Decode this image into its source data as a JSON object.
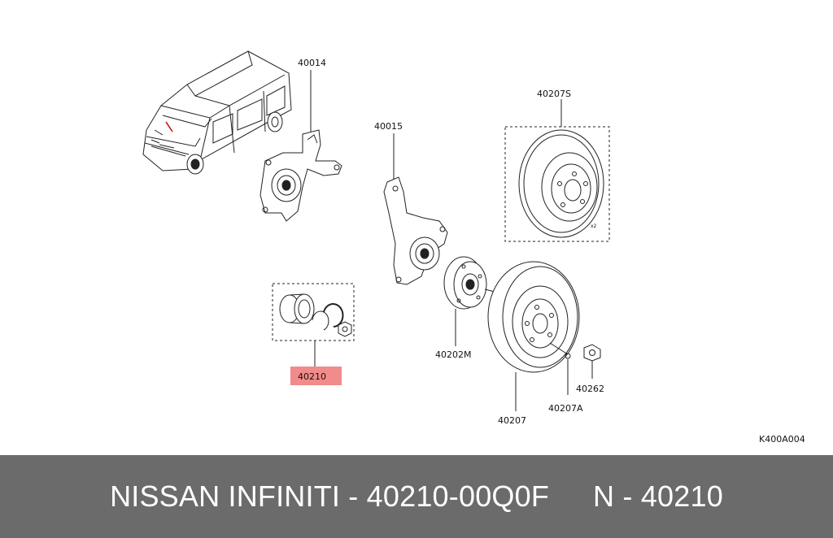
{
  "diagram": {
    "parts": {
      "knuckle_left": "40014",
      "knuckle_right": "40015",
      "rotor_kit": "40207S",
      "rotor_kit_mark": "x2",
      "hub": "40202M",
      "rotor": "40207",
      "screw": "40207A",
      "hub_nut": "40262",
      "bearing_kit": "40210"
    },
    "diagram_code": "K400A004",
    "highlight_color": "#f28b8b"
  },
  "footer": {
    "brand_part": "NISSAN INFINITI - 40210-00Q0F",
    "short_part": "N - 40210"
  }
}
